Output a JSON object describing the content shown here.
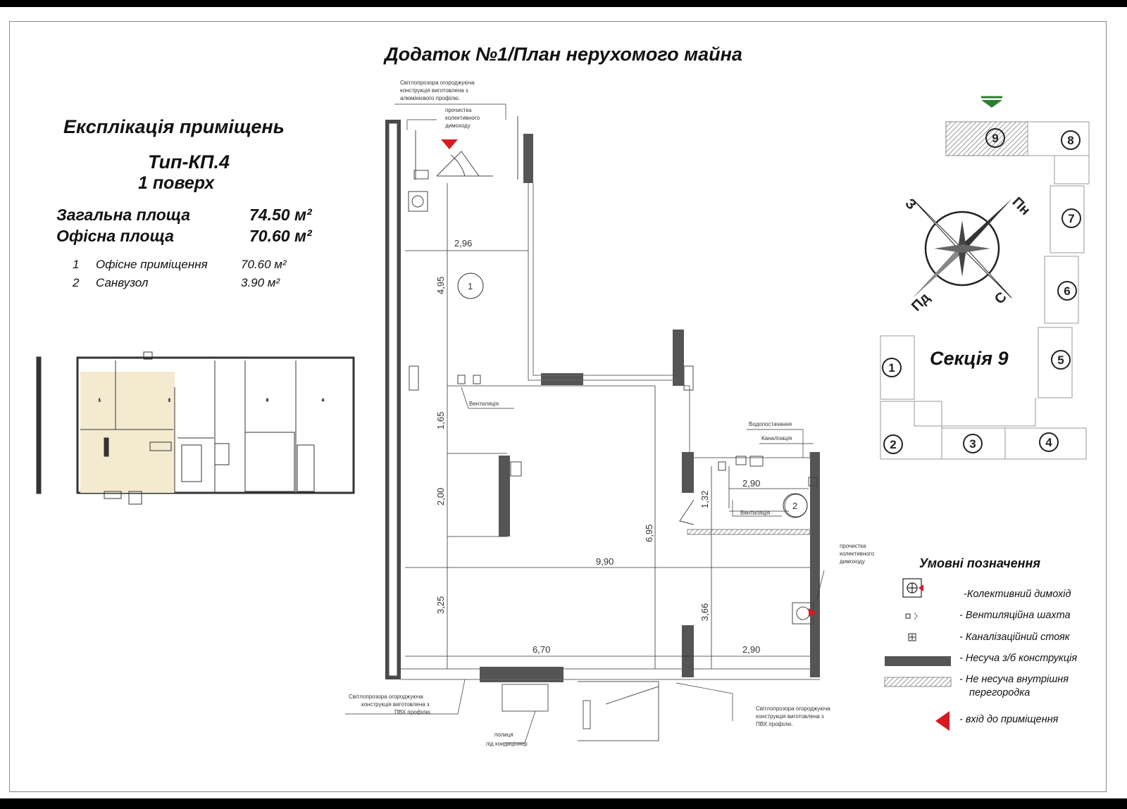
{
  "title": "Додаток №1/План нерухомого майна",
  "explication": {
    "heading": "Експлікація приміщень",
    "type": "Тип-КП.4",
    "floor": "1 поверх",
    "total_label": "Загальна площа",
    "total_value": "74.50 м²",
    "office_label": "Офісна площа",
    "office_value": "70.60 м²",
    "rooms": [
      {
        "num": "1",
        "name": "Офісне приміщення",
        "area": "70.60 м²"
      },
      {
        "num": "2",
        "name": "Санвузол",
        "area": "3.90 м²"
      }
    ]
  },
  "plan": {
    "room_markers": [
      "1",
      "2"
    ],
    "dimensions": [
      "2,96",
      "4,95",
      "1,65",
      "2,00",
      "9,90",
      "6,95",
      "3,25",
      "6,70",
      "2,90",
      "2,90",
      "1,32",
      "3,66"
    ],
    "notes": {
      "glazing_top": [
        "Світлопрозора огороджуюча",
        "конструкція виготовлена з",
        "алюмінієвого профілю."
      ],
      "cleanout_top": [
        "прочистка",
        "колективного",
        "димоходу"
      ],
      "ventilation_1": "Вентиляція",
      "water_supply": "Водопостачання",
      "sewer": "Каналізація",
      "ventilation_2": "Вентиляція",
      "cleanout_right": [
        "прочистка",
        "колективного",
        "димоходу"
      ],
      "glazing_bottom_left": [
        "Світлопрозора огороджуюча",
        "конструкція виготовлена з",
        "ПВХ профілю."
      ],
      "glazing_bottom_right": [
        "Світлопрозора огороджуюча",
        "конструкція виготовлена з",
        "ПВХ профілю."
      ],
      "ac_shelf": [
        "полиця",
        "під кондиціонер"
      ]
    }
  },
  "compass": {
    "n": "Пн",
    "s": "С",
    "w": "З",
    "sw": "Пд"
  },
  "section": {
    "label": "Секція 9",
    "blocks": [
      "1",
      "2",
      "3",
      "4",
      "5",
      "6",
      "7",
      "8",
      "9"
    ]
  },
  "legend": {
    "title": "Умовні позначення",
    "items": [
      {
        "symbol": "chimney",
        "label": "-Колективний димохід"
      },
      {
        "symbol": "vent-shaft",
        "label": "- Вентиляційна шахта"
      },
      {
        "symbol": "sewer-riser",
        "label": "- Каналізаційний стояк"
      },
      {
        "symbol": "bearing-wall",
        "label": "- Несуча з/б конструкція"
      },
      {
        "symbol": "partition",
        "label": "- Не несуча внутрішня",
        "label2": "перегородка"
      },
      {
        "symbol": "entrance",
        "label": "- вхід до приміщення"
      }
    ]
  },
  "colors": {
    "bearing_wall": "#4a4a4a",
    "entrance_arrow": "#d71920",
    "north_marker": "#2e7d32",
    "highlight": "#f3ead0"
  }
}
